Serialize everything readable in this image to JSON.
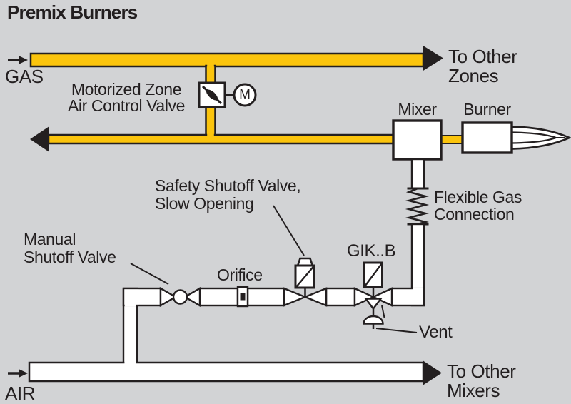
{
  "title": "Premix Burners",
  "colors": {
    "background": "#d2d3d5",
    "pipe_yellow": "#fbc40d",
    "line_black": "#231f20",
    "pipe_white": "#ffffff"
  },
  "labels": {
    "gas": "GAS",
    "air": "AIR",
    "to_other_zones": "To Other Zones",
    "to_other_mixers": "To Other Mixers",
    "motorized_zone_valve": "Motorized Zone\nAir Control Valve",
    "motor_symbol": "M",
    "mixer": "Mixer",
    "burner": "Burner",
    "flexible_gas_connection": "Flexible Gas\nConnection",
    "safety_shutoff_valve": "Safety Shutoff Valve,\nSlow Opening",
    "manual_shutoff_valve": "Manual\nShutoff Valve",
    "orifice": "Orifice",
    "gik_valve": "GIK..B",
    "vent": "Vent"
  }
}
